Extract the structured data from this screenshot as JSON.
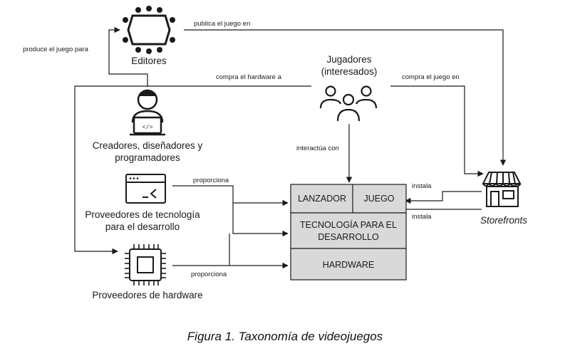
{
  "nodes": {
    "editors": "Editores",
    "players_line1": "Jugadores",
    "players_line2": "(interesados)",
    "creators_line1": "Creadores, diseñadores y",
    "creators_line2": "programadores",
    "devtech_line1": "Proveedores de tecnología",
    "devtech_line2": "para el desarrollo",
    "hardware_providers": "Proveedores de hardware",
    "storefronts": "Storefronts"
  },
  "stack": {
    "launcher": "LANZADOR",
    "game": "JUEGO",
    "devtech_line1": "TECNOLOGÍA PARA EL",
    "devtech_line2": "DESARROLLO",
    "hardware": "HARDWARE"
  },
  "edges": {
    "produce": "produce el juego para",
    "publish": "publica el juego en",
    "buy_hardware": "compra el hardware a",
    "buy_game": "compra el juego en",
    "interact": "interactúa con",
    "provides_tech": "proporciona",
    "provides_hw": "proporciona",
    "installs_1": "instala",
    "installs_2": "instala"
  },
  "caption": "Figura 1. Taxonomía de videojuegos",
  "colors": {
    "stack_fill": "#d9d9d9",
    "line": "#1a1a1a"
  }
}
